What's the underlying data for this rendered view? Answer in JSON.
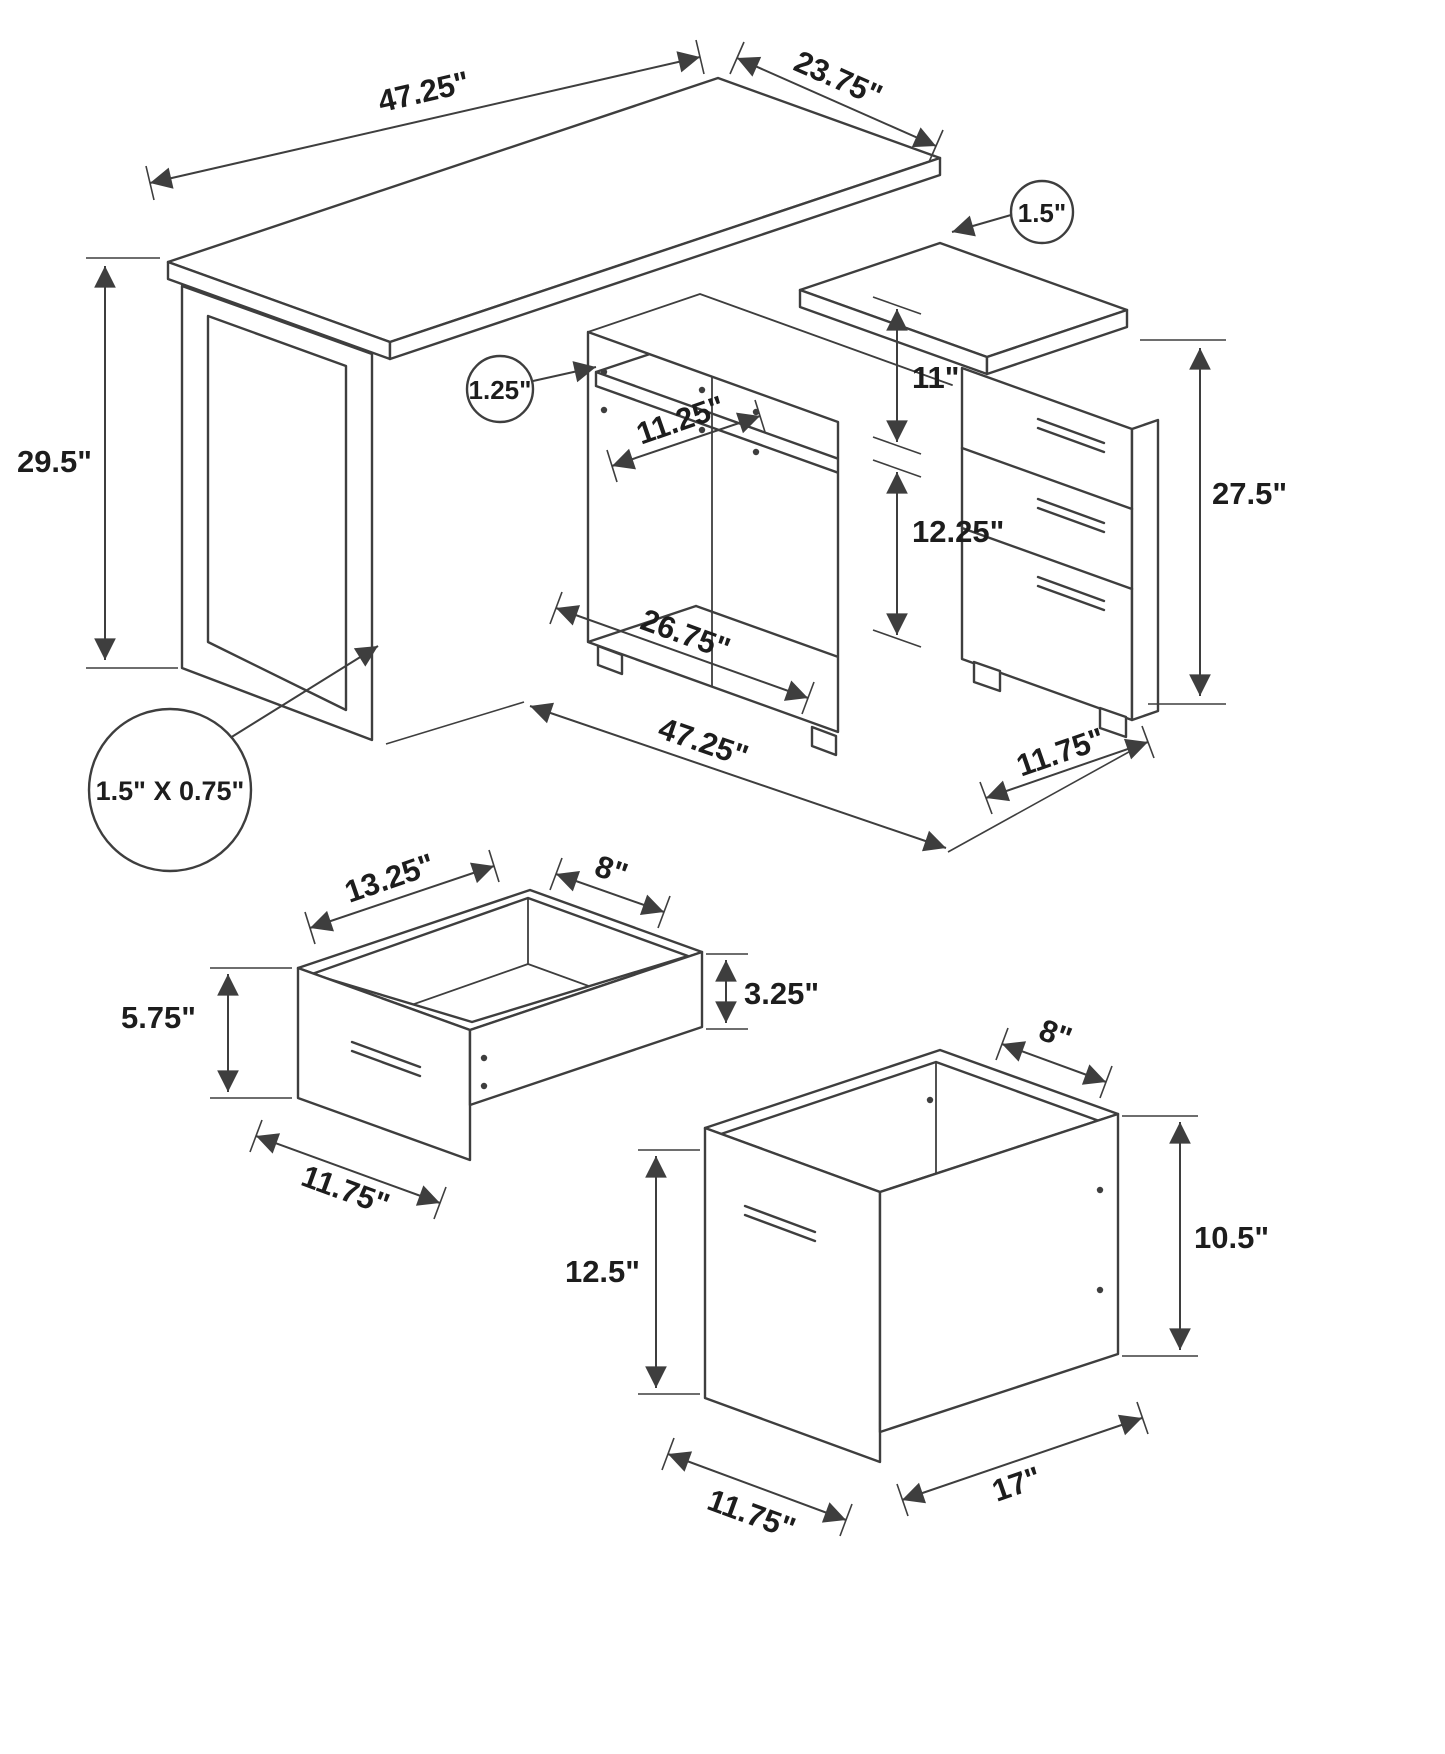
{
  "colors": {
    "background": "#ffffff",
    "line": "#3e3e3e",
    "text": "#1d1d1d"
  },
  "desk": {
    "dim_top_length": "47.25\"",
    "dim_top_depth": "23.75\"",
    "callout_top_thickness": "1.5\"",
    "dim_overall_height": "29.5\"",
    "callout_shelf_thickness": "1.25\"",
    "dim_shelf_depth": "11.25\"",
    "dim_upper_opening_height": "11\"",
    "dim_lower_opening_height": "12.25\"",
    "dim_opening_width": "26.75\"",
    "dim_base_length": "47.25\"",
    "dim_cabinet_height": "27.5\"",
    "dim_cabinet_depth": "11.75\"",
    "callout_leg_profile": "1.5\" X 0.75\""
  },
  "small_drawer": {
    "dim_length": "13.25\"",
    "dim_width": "8\"",
    "dim_front_height": "5.75\"",
    "dim_side_height": "3.25\"",
    "dim_front_width": "11.75\""
  },
  "large_drawer": {
    "dim_width": "8\"",
    "dim_side_height": "10.5\"",
    "dim_front_height": "12.5\"",
    "dim_length": "17\"",
    "dim_front_width": "11.75\""
  }
}
